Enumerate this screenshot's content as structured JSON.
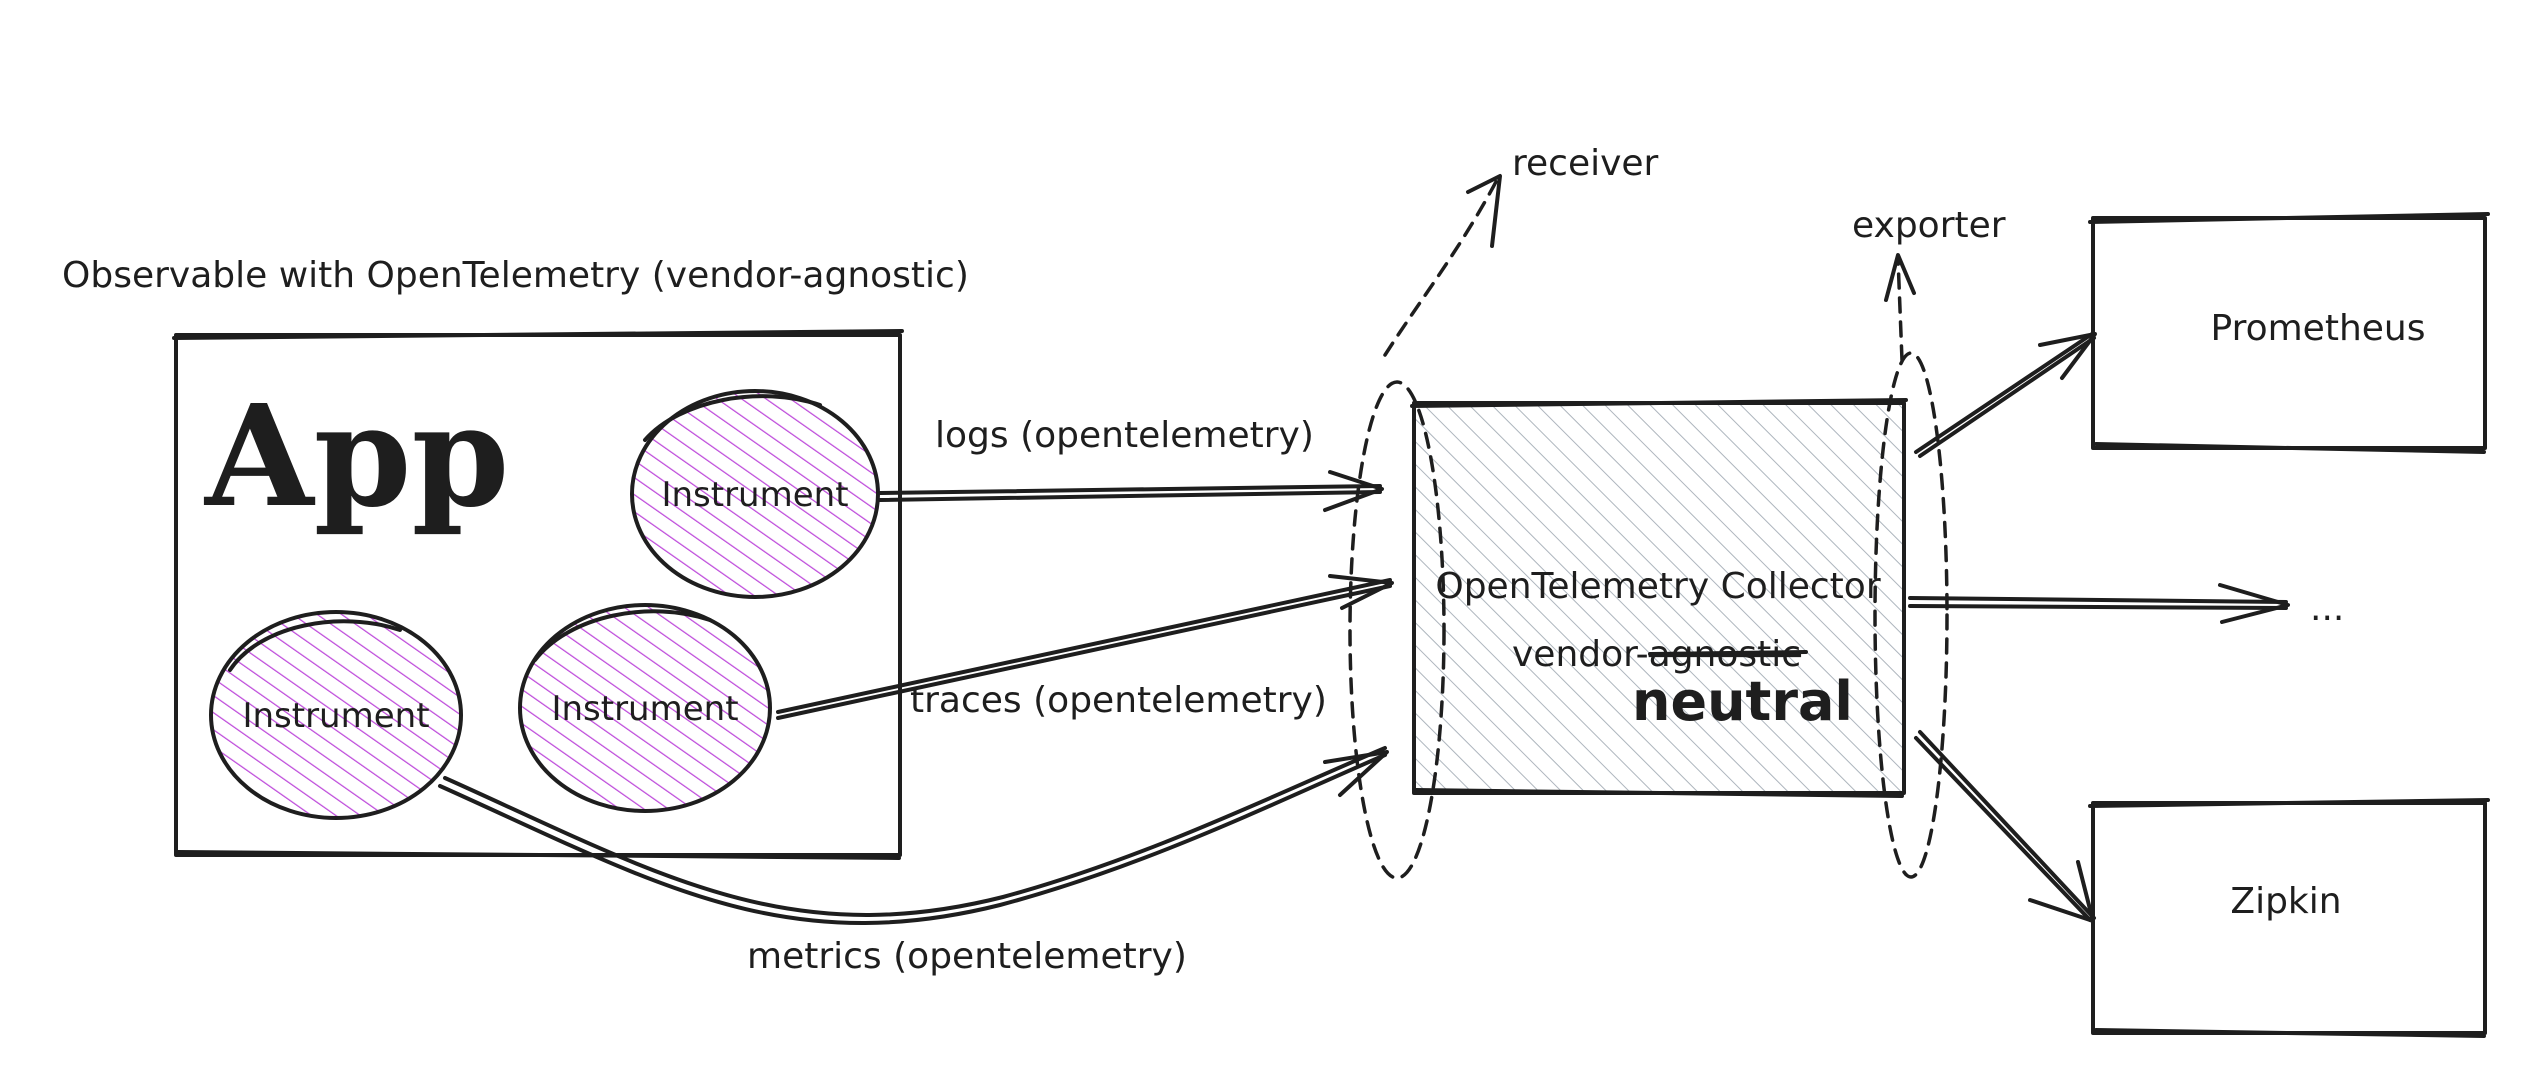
{
  "caption": "Observable with OpenTelemetry (vendor-agnostic)",
  "app": {
    "title": "App",
    "instrument_1": "Instrument",
    "instrument_2": "Instrument",
    "instrument_3": "Instrument"
  },
  "edges": {
    "logs": "logs (opentelemetry)",
    "traces": "traces (opentelemetry)",
    "metrics": "metrics (opentelemetry)"
  },
  "collector": {
    "title": "OpenTelemetry Collector",
    "vendor_prefix": "vendor-",
    "struck_word": "agnostic",
    "replacement": "neutral",
    "receiver_label": "receiver",
    "exporter_label": "exporter"
  },
  "targets": {
    "prometheus": "Prometheus",
    "ellipsis": "...",
    "zipkin": "Zipkin"
  },
  "colors": {
    "instrument_fill": "#be4bdb",
    "collector_hatch": "#adb5bd",
    "ink": "#1e1e1e"
  }
}
